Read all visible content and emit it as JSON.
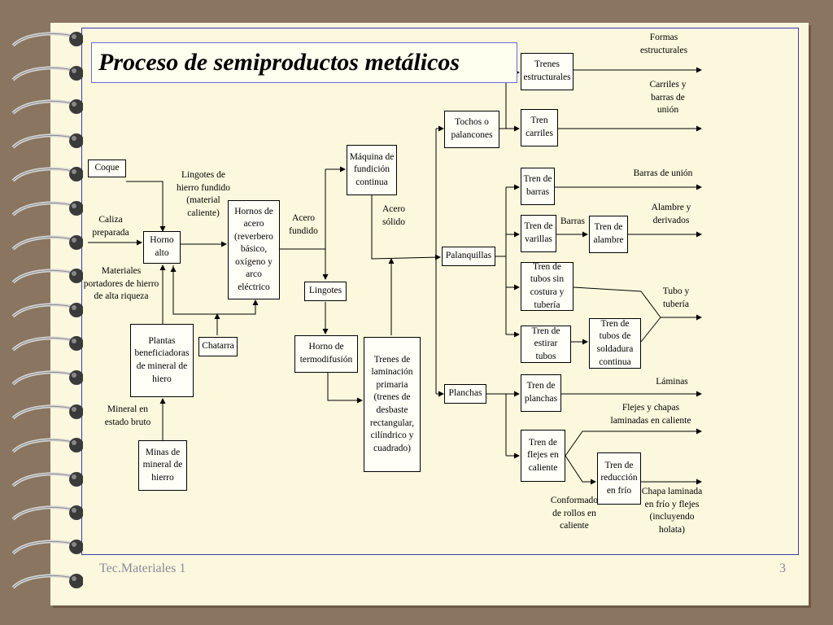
{
  "slide": {
    "title": "Proceso de semiproductos metálicos",
    "footer_left": "Tec.Materiales 1",
    "page_number": "3"
  },
  "nodes": {
    "coque": "Coque",
    "horno_alto": "Horno alto",
    "hornos_acero": "Hornos de acero (reverbero básico, oxígeno y arco eléctrico",
    "plantas": "Plantas beneficiadoras de mineral de hiero",
    "chatarra": "Chatarra",
    "minas": "Minas de mineral de hierro",
    "maquina": "Máquina de fundición continua",
    "lingotes": "Lingotes",
    "horno_termo": "Horno de termodifusión",
    "trenes_lam": "Trenes de laminación primaria (trenes de desbaste rectangular, cilíndrico y cuadrado)",
    "tochos": "Tochos o palancones",
    "palanquillas": "Palanquillas",
    "planchas": "Planchas",
    "trenes_estr": "Trenes estructurales",
    "tren_carriles": "Tren carriles",
    "tren_barras": "Tren de barras",
    "tren_varillas": "Tren de varillas",
    "tren_alambre": "Tren de alambre",
    "tren_tubos_sc": "Tren de tubos sin costura y tubería",
    "tren_estirar": "Tren de estirar tubos",
    "tren_tubos_sold": "Tren de tubos de soldadura continua",
    "tren_planchas": "Tren de planchas",
    "tren_flejes": "Tren de flejes en caliente",
    "tren_reduccion": "Tren de reducción en frío"
  },
  "labels": {
    "caliza": "Caliza preparada",
    "materiales": "Materiales portadores de hierro de alta riqueza",
    "mineral_bruto": "Mineral en estado bruto",
    "lingotes_hierro": "Lingotes de hierro fundido (material caliente)",
    "acero_fundido": "Acero fundido",
    "acero_solido": "Acero sólido",
    "barras_mid": "Barras",
    "formas": "Formas estructurales",
    "carriles_barras": "Carriles y barras de unión",
    "barras_union": "Barras de unión",
    "alambre_derivados": "Alambre y derivados",
    "tubo_tuberia": "Tubo y tubería",
    "laminas": "Láminas",
    "flejes_chapas": "Flejes y chapas laminadas en caliente",
    "chapa_laminada": "Chapa laminada en frío y flejes (incluyendo holata)",
    "conformado": "Conformado de rollos en caliente"
  }
}
